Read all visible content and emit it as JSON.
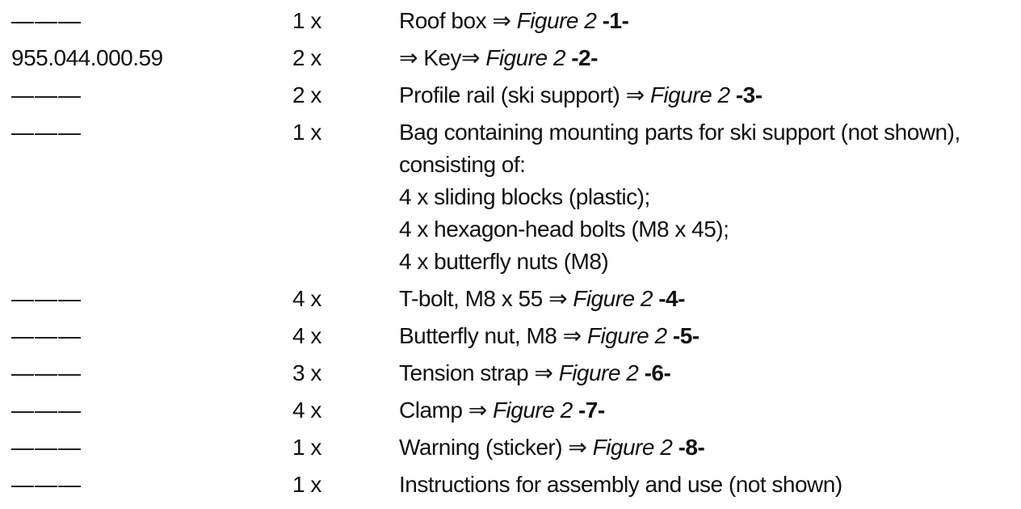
{
  "rows": [
    {
      "part": "———",
      "qty": "1 x",
      "desc": [
        "Roof box ⇒ "
      ],
      "figure": "Figure 2",
      "num": "-1-"
    },
    {
      "part": "955.044.000.59",
      "qty": "2 x",
      "desc": [
        "⇒ Key⇒ "
      ],
      "figure": "Figure 2",
      "num": "-2-"
    },
    {
      "part": "———",
      "qty": "2 x",
      "desc": [
        "Profile rail (ski support) ⇒ "
      ],
      "figure": "Figure 2",
      "num": "-3-"
    },
    {
      "part": "———",
      "qty": "1 x",
      "desc": [
        "Bag containing mounting parts for ski support (not shown),",
        "consisting of:",
        "4 x sliding blocks (plastic);",
        "4 x hexagon-head bolts (M8 x 45);",
        "4 x butterfly nuts (M8)"
      ],
      "figure": "",
      "num": ""
    },
    {
      "part": "———",
      "qty": "4 x",
      "desc": [
        "T-bolt, M8 x 55 ⇒ "
      ],
      "figure": "Figure 2",
      "num": "-4-"
    },
    {
      "part": "———",
      "qty": "4 x",
      "desc": [
        "Butterfly nut, M8 ⇒ "
      ],
      "figure": "Figure 2",
      "num": "-5-"
    },
    {
      "part": "———",
      "qty": "3 x",
      "desc": [
        "Tension strap ⇒ "
      ],
      "figure": "Figure 2",
      "num": "-6-"
    },
    {
      "part": "———",
      "qty": "4 x",
      "desc": [
        "Clamp ⇒ "
      ],
      "figure": "Figure 2",
      "num": "-7-"
    },
    {
      "part": "———",
      "qty": "1 x",
      "desc": [
        "Warning (sticker) ⇒ "
      ],
      "figure": "Figure 2",
      "num": "-8-"
    },
    {
      "part": "———",
      "qty": "1 x",
      "desc": [
        "Instructions for assembly and use (not shown)"
      ],
      "figure": "",
      "num": ""
    }
  ]
}
